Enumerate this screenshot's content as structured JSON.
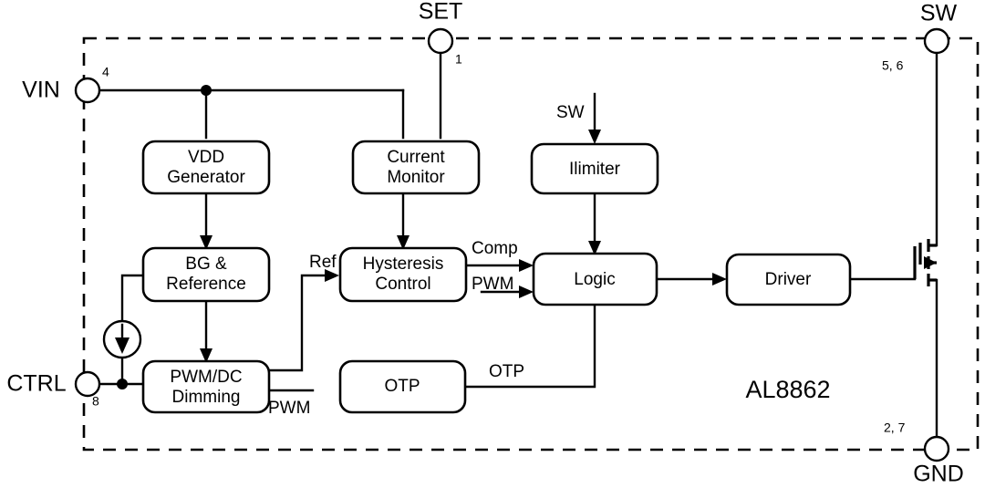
{
  "diagram": {
    "part_number": "AL8862",
    "blocks": [
      {
        "id": "vdd_generator",
        "label_line1": "VDD",
        "label_line2": "Generator"
      },
      {
        "id": "current_monitor",
        "label_line1": "Current",
        "label_line2": "Monitor"
      },
      {
        "id": "ilimiter",
        "label_line1": "Ilimiter",
        "label_line2": ""
      },
      {
        "id": "bg_reference",
        "label_line1": "BG &",
        "label_line2": "Reference"
      },
      {
        "id": "hysteresis",
        "label_line1": "Hysteresis",
        "label_line2": "Control"
      },
      {
        "id": "logic",
        "label_line1": "Logic",
        "label_line2": ""
      },
      {
        "id": "driver",
        "label_line1": "Driver",
        "label_line2": ""
      },
      {
        "id": "pwm_dc_dimming",
        "label_line1": "PWM/DC",
        "label_line2": "Dimming"
      },
      {
        "id": "otp",
        "label_line1": "OTP",
        "label_line2": ""
      }
    ],
    "pins": [
      {
        "id": "vin",
        "name": "VIN",
        "number": "4"
      },
      {
        "id": "set",
        "name": "SET",
        "number": "1"
      },
      {
        "id": "sw",
        "name": "SW",
        "number": "5, 6"
      },
      {
        "id": "ctrl",
        "name": "CTRL",
        "number": "8"
      },
      {
        "id": "gnd",
        "name": "GND",
        "number": "2, 7"
      }
    ],
    "signals": [
      {
        "id": "sw_sense",
        "label": "SW"
      },
      {
        "id": "ref",
        "label": "Ref"
      },
      {
        "id": "comp",
        "label": "Comp"
      },
      {
        "id": "pwm_hyst",
        "label": "PWM"
      },
      {
        "id": "pwm_dim",
        "label": "PWM"
      },
      {
        "id": "otp_sig",
        "label": "OTP"
      }
    ],
    "colors": {
      "line": "#000000",
      "fill": "#ffffff",
      "text": "#000000"
    }
  }
}
